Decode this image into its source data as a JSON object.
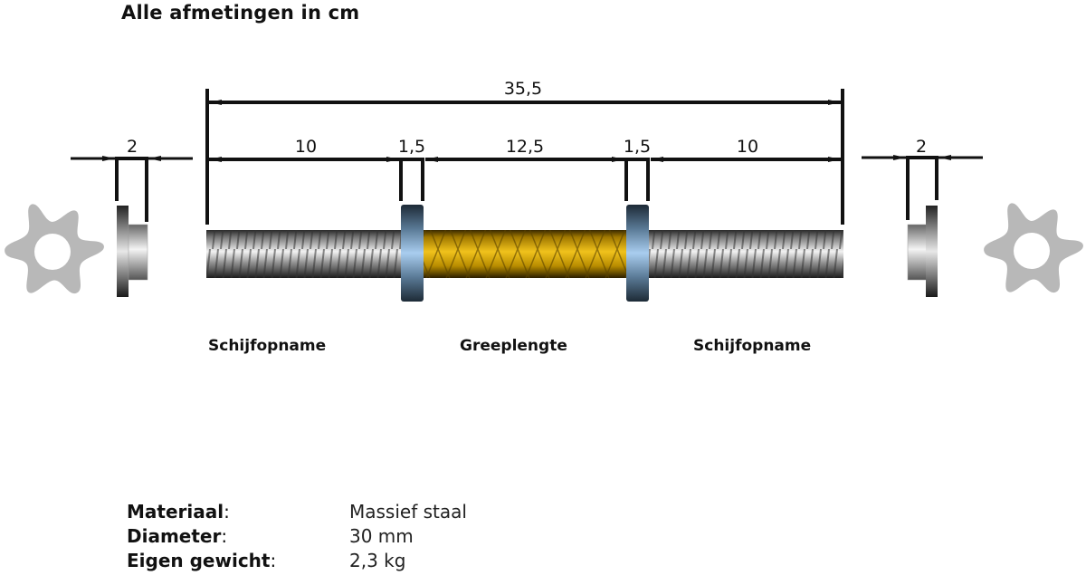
{
  "title": "Alle afmetingen in cm",
  "dimensions": {
    "total": "35,5",
    "left_sleeve": "10",
    "left_collar": "1,5",
    "grip": "12,5",
    "right_collar": "1,5",
    "right_sleeve": "10",
    "left_clamp": "2",
    "right_clamp": "2"
  },
  "sections": {
    "left": "Schijfopname",
    "middle": "Greeplengte",
    "right": "Schijfopname"
  },
  "specs": [
    {
      "label": "Materiaal",
      "value": "Massief staal"
    },
    {
      "label": "Diameter",
      "value": "30 mm"
    },
    {
      "label": "Eigen gewicht",
      "value": "2,3 kg"
    }
  ],
  "colors": {
    "grip": "#d4a417",
    "collar": "#8fb3d6",
    "star_nut": "#b8b8b8",
    "dimension_lines": "#111111"
  }
}
